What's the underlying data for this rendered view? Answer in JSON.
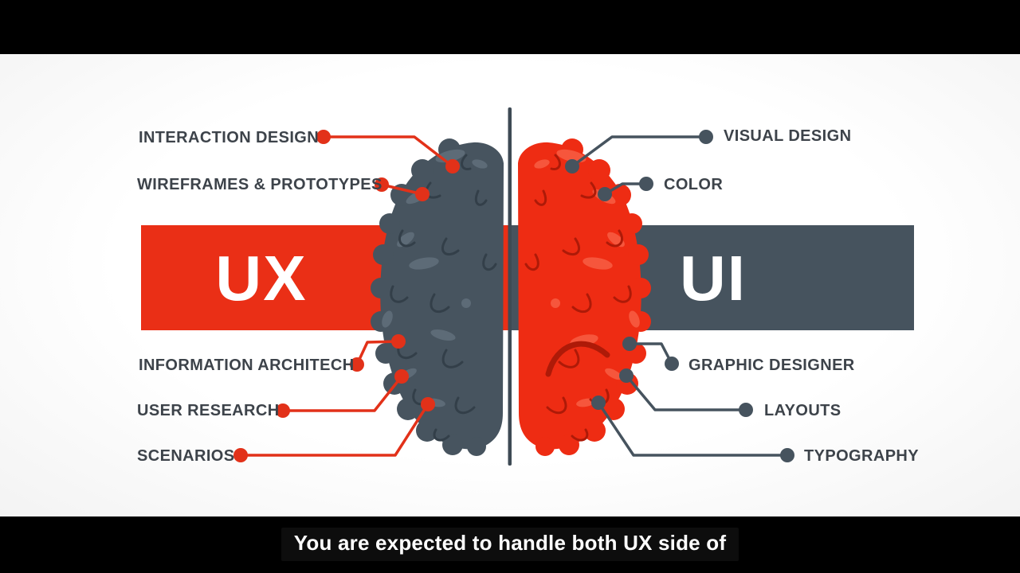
{
  "video": {
    "subtitle": "You are expected to handle both UX side of"
  },
  "infographic": {
    "ux": {
      "banner": "UX",
      "labels": [
        "INTERACTION DESIGN",
        "WIREFRAMES & PROTOTYPES",
        "INFORMATION ARCHITECH",
        "USER RESEARCH",
        "SCENARIOS"
      ]
    },
    "ui": {
      "banner": "UI",
      "labels": [
        "VISUAL DESIGN",
        "COLOR",
        "GRAPHIC DESIGNER",
        "LAYOUTS",
        "TYPOGRAPHY"
      ]
    },
    "colors": {
      "ux_red": "#ea2f16",
      "ui_slate": "#46535e",
      "brain_left": "#47545f",
      "brain_right": "#ee2c13",
      "label_text": "#3d434a",
      "caption_bg": "#0d0d0d"
    }
  }
}
